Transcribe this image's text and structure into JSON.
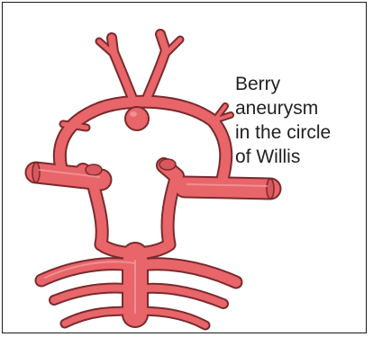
{
  "figure": {
    "label_lines": [
      "Berry",
      "aneurysm",
      "in the circle",
      "of Willis"
    ]
  },
  "colors": {
    "vessel_fill": "#e8656a",
    "vessel_outline": "#7a2a2c",
    "border": "#1a1a1a"
  },
  "icons": {
    "artery": "circle-of-willis-artery",
    "aneurysm": "berry-aneurysm-bulge"
  }
}
